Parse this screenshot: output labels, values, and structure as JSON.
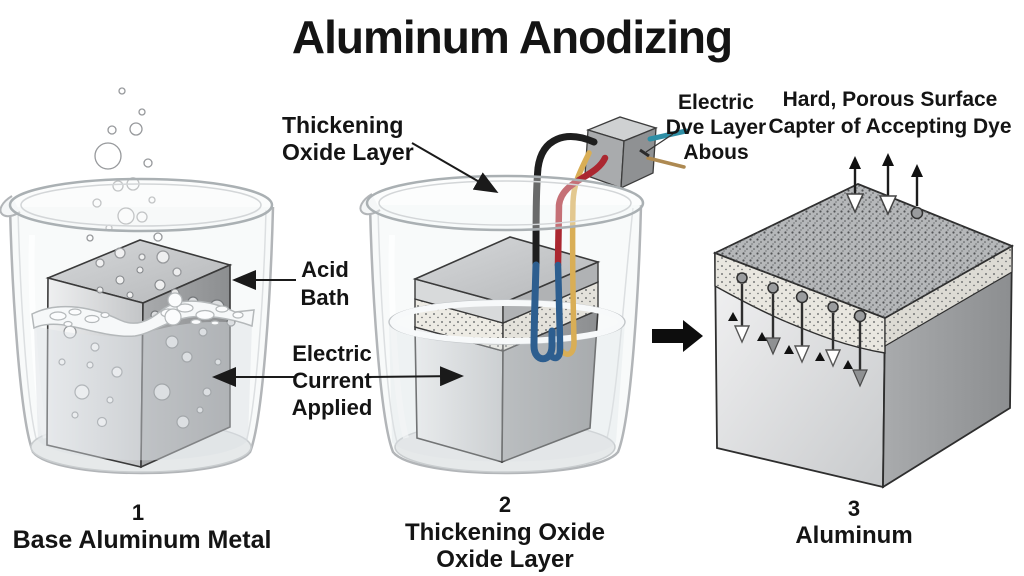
{
  "title": "Aluminum Anodizing",
  "annotations": {
    "thickening_oxide": {
      "line1": "Thickening",
      "line2": "Oxide Layer"
    },
    "acid_bath": {
      "line1": "Acid",
      "line2": "Bath"
    },
    "electric_current": {
      "line1": "Electric",
      "line2": "Current",
      "line3": "Applied"
    },
    "electric_dye": {
      "line1": "Electric",
      "line2": "Dve Layer",
      "line3": "Abous"
    },
    "hard_porous": {
      "line1": "Hard, Porous Surface",
      "line2": "Capter of Accepting Dye"
    }
  },
  "stages": {
    "stage1": {
      "number": "1",
      "caption": "Base Aluminum Metal"
    },
    "stage2": {
      "number": "2",
      "caption_line1": "Thickening Oxide",
      "caption_line2": "Oxide Layer"
    },
    "stage3": {
      "number": "3",
      "caption": "Aluminum"
    }
  },
  "colors": {
    "background": "#ffffff",
    "text": "#141414",
    "wire_black": "#1e1e1e",
    "wire_red": "#ab2730",
    "wire_yellow": "#d9ae56",
    "wire_blue": "#2d5e8f",
    "wire_teal": "#2f8fa6",
    "pin_gold": "#ad8951",
    "glass": "#b2b5b8",
    "liquid": "#dce1e4",
    "metal_light": "#e9eaeb",
    "metal_dark": "#8f9193"
  }
}
